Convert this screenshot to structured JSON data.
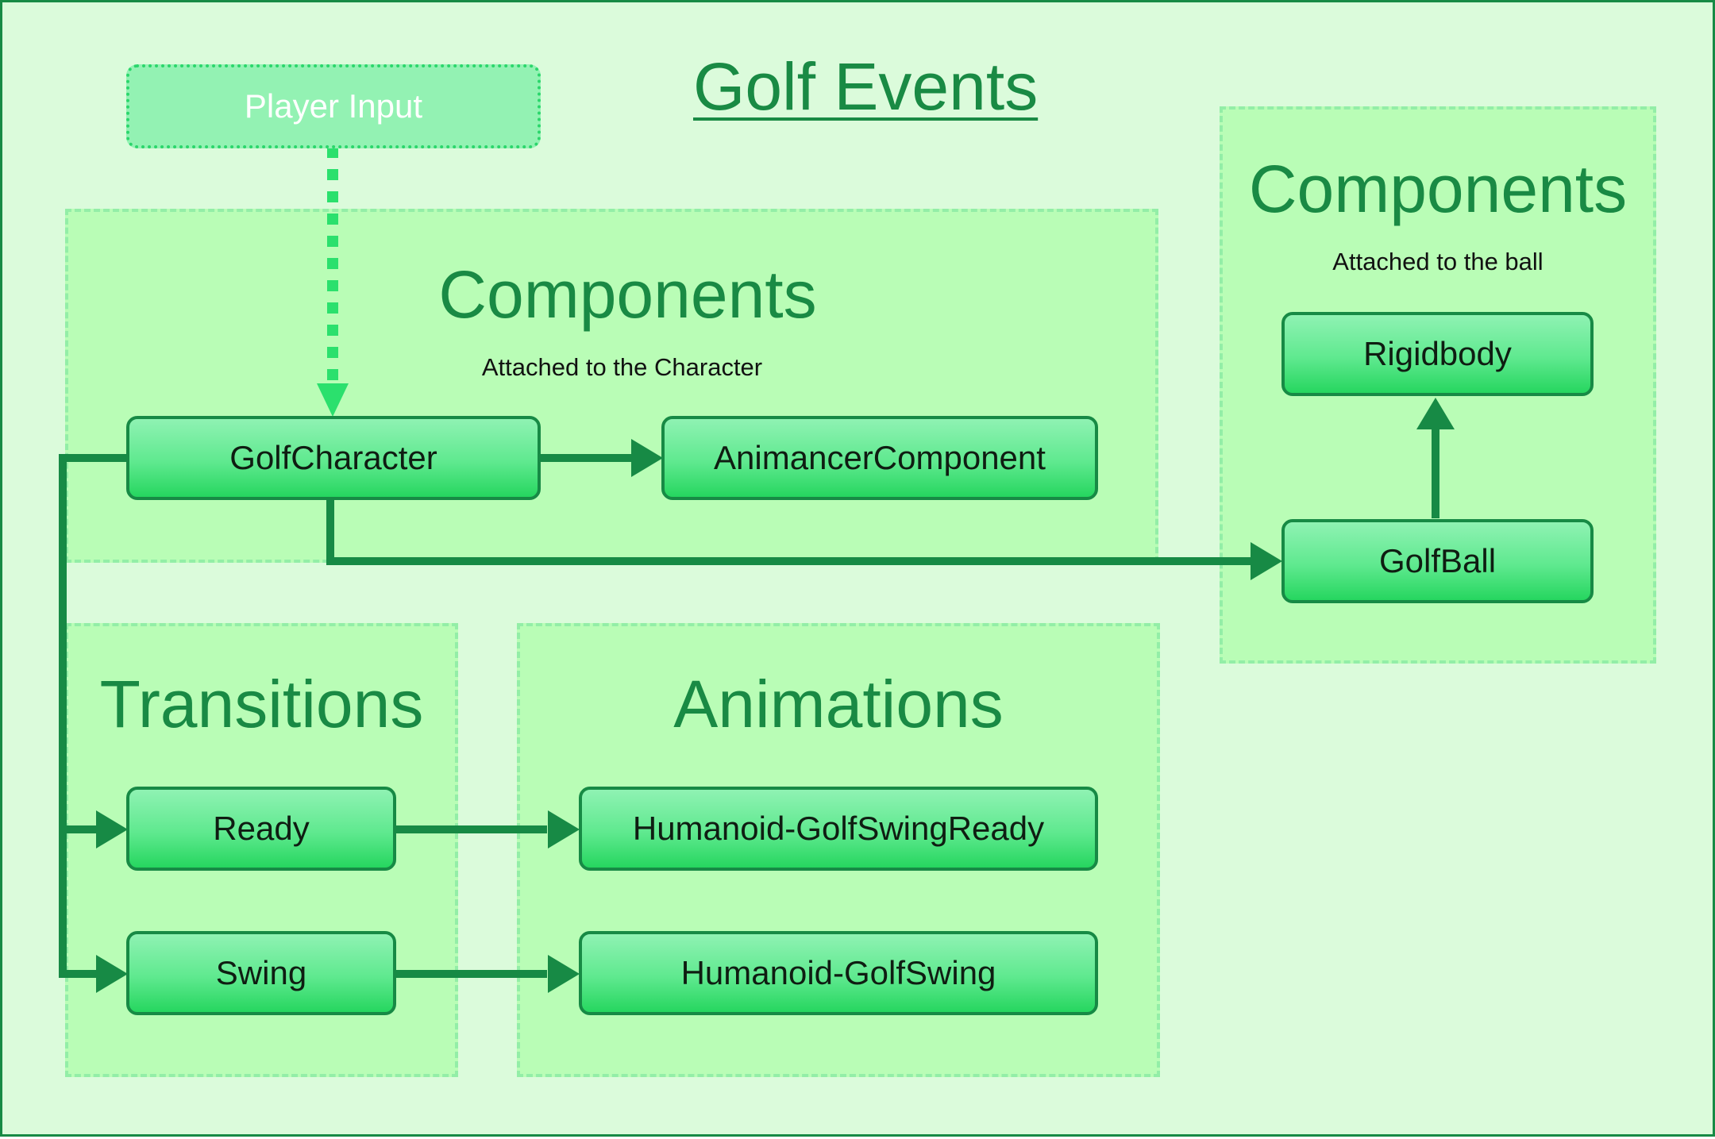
{
  "title": "Golf Events",
  "groups": {
    "character_components": {
      "title": "Components",
      "subtitle": "Attached to the Character"
    },
    "ball_components": {
      "title": "Components",
      "subtitle": "Attached to the ball"
    },
    "transitions": {
      "title": "Transitions"
    },
    "animations": {
      "title": "Animations"
    }
  },
  "nodes": {
    "player_input": "Player Input",
    "golf_character": "GolfCharacter",
    "animancer_component": "AnimancerComponent",
    "rigidbody": "Rigidbody",
    "golf_ball": "GolfBall",
    "ready": "Ready",
    "swing": "Swing",
    "anim_swing_ready": "Humanoid-GolfSwingReady",
    "anim_golf_swing": "Humanoid-GolfSwing"
  },
  "edges": [
    {
      "from": "Player Input",
      "to": "GolfCharacter",
      "style": "dotted"
    },
    {
      "from": "GolfCharacter",
      "to": "AnimancerComponent",
      "style": "solid"
    },
    {
      "from": "GolfCharacter",
      "to": "GolfBall",
      "style": "solid"
    },
    {
      "from": "GolfBall",
      "to": "Rigidbody",
      "style": "solid"
    },
    {
      "from": "GolfCharacter",
      "to": "Ready",
      "style": "solid"
    },
    {
      "from": "GolfCharacter",
      "to": "Swing",
      "style": "solid"
    },
    {
      "from": "Ready",
      "to": "Humanoid-GolfSwingReady",
      "style": "solid"
    },
    {
      "from": "Swing",
      "to": "Humanoid-GolfSwing",
      "style": "solid"
    }
  ],
  "colors": {
    "background": "#dbfbdb",
    "group_fill": "#b9fdb6",
    "accent": "#198a44",
    "node_fill": "#5fe98f",
    "dotted_connector": "#2bd66b"
  }
}
